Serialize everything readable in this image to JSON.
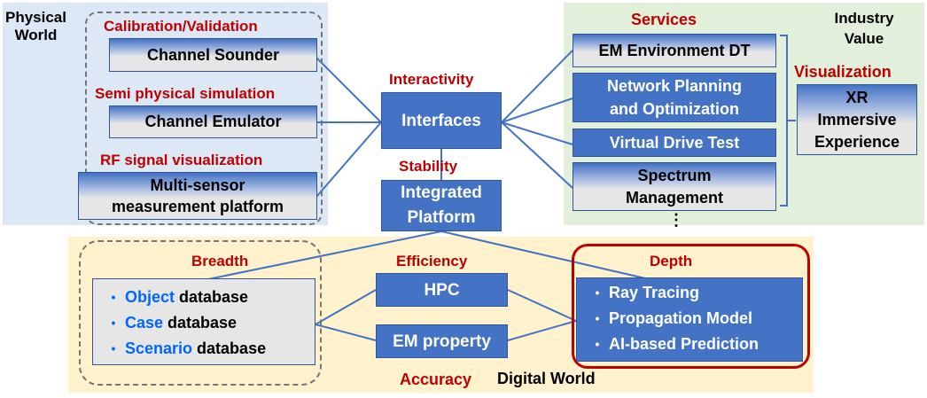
{
  "physical_world": {
    "title_line1": "Physical",
    "title_line2": "World",
    "items": [
      {
        "label": "Calibration/Validation",
        "box_line1": "Channel Sounder",
        "box_line2": ""
      },
      {
        "label": "Semi physical simulation",
        "box_line1": "Channel Emulator",
        "box_line2": ""
      },
      {
        "label": "RF signal visualization",
        "box_line1": "Multi-sensor",
        "box_line2": "measurement platform"
      }
    ]
  },
  "center": {
    "interfaces_label": "Interactivity",
    "interfaces_box": "Interfaces",
    "platform_label": "Stability",
    "platform_line1": "Integrated",
    "platform_line2": "Platform"
  },
  "industry_value": {
    "title_line1": "Industry",
    "title_line2": "Value",
    "services_label": "Services",
    "services": [
      {
        "line1": "EM Environment DT",
        "line2": "",
        "style": "gradient"
      },
      {
        "line1": "Network Planning",
        "line2": "and Optimization",
        "style": "solid"
      },
      {
        "line1": "Virtual Drive Test",
        "line2": "",
        "style": "solid"
      },
      {
        "line1": "Spectrum",
        "line2": "Management",
        "style": "gradient"
      }
    ],
    "more_indicator": "⋮",
    "visualization_label": "Visualization",
    "xr_line1": "XR",
    "xr_line2": "Immersive",
    "xr_line3": "Experience"
  },
  "digital_world": {
    "title": "Digital World",
    "breadth": {
      "label": "Breadth",
      "items": [
        {
          "bullet": "•",
          "keyword": "Object",
          "rest": " database"
        },
        {
          "bullet": "•",
          "keyword": "Case",
          "rest": " database"
        },
        {
          "bullet": "•",
          "keyword": "Scenario",
          "rest": " database"
        }
      ]
    },
    "efficiency_label": "Efficiency",
    "hpc_box": "HPC",
    "em_property_box": "EM property",
    "accuracy_label": "Accuracy",
    "depth": {
      "label": "Depth",
      "items": [
        {
          "bullet": "•",
          "text": "Ray Tracing"
        },
        {
          "bullet": "•",
          "text": "Propagation Model"
        },
        {
          "bullet": "•",
          "text": "AI-based Prediction"
        }
      ]
    }
  },
  "colors": {
    "accent_red": "#c00000",
    "box_blue": "#4472c4",
    "keyword_blue": "#0066ff",
    "physical_bg": "#dce8f5",
    "industry_bg": "#e2efda",
    "digital_bg": "#fff2cc"
  }
}
